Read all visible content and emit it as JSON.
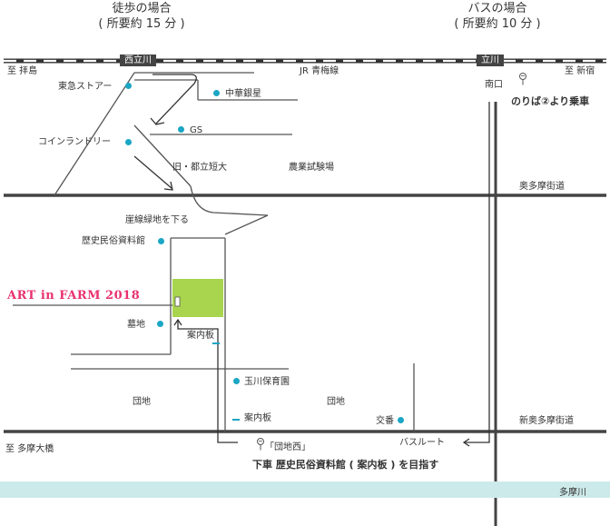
{
  "headers": {
    "walk_title": "徒歩の場合",
    "walk_time": "( 所要約 15 分 )",
    "bus_title": "バスの場合",
    "bus_time": "( 所要約 10 分 )"
  },
  "stations": {
    "nishi_tachikawa": "西立川",
    "tachikawa": "立川"
  },
  "rail": {
    "line_name": "JR 青梅線",
    "to_west": "至 拝島",
    "to_east": "至 新宿"
  },
  "landmarks": {
    "tokyu_store": "東急ストアー",
    "chuka_ginsei": "中華銀星",
    "gs": "GS",
    "coin_laundry": "コインランドリー",
    "old_college": "旧・都立短大",
    "agri_test": "農業試験場",
    "cliff": "崖線緑地を下る",
    "museum": "歴史民俗資料館",
    "cemetery": "墓地",
    "info_board_1": "案内板",
    "tamagawa_nursery": "玉川保育園",
    "danchi_left": "団地",
    "danchi_right": "団地",
    "info_board_2": "案内板",
    "police_box": "交番"
  },
  "roads": {
    "okutama_kaido": "奥多摩街道",
    "shin_okutama_kaido": "新奥多摩街道",
    "to_tama_ohashi": "至 多摩大橋"
  },
  "bus": {
    "south_exit": "南口",
    "boarding": "のりば②より乗車",
    "stop_name": "「団地西」",
    "route_label": "バスルート",
    "instruction": "下車 歴史民俗資料館 ( 案内板 ) を目指す"
  },
  "event": {
    "title": "ART in FARM 2018"
  },
  "river": {
    "name": "多摩川"
  },
  "colors": {
    "accent_dot": "#1aa6c4",
    "venue_green": "#a8d44e",
    "event_pink": "#e8326e",
    "river": "#cdeaea",
    "station_bg": "#444444"
  }
}
